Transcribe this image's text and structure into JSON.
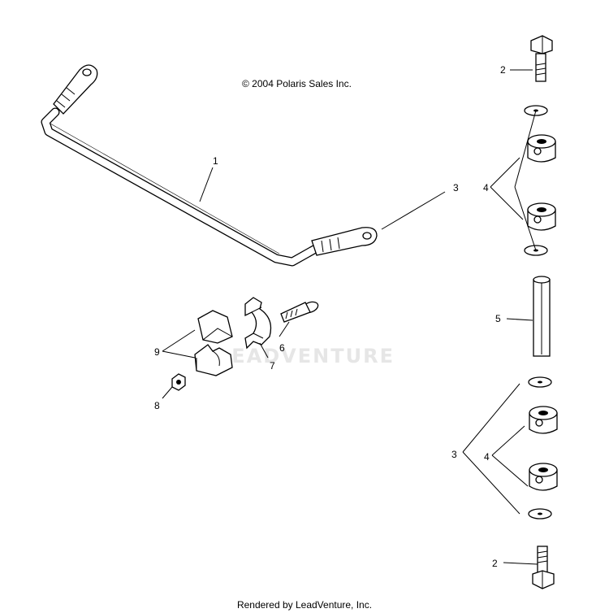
{
  "copyright": "© 2004 Polaris Sales Inc.",
  "footer": "Rendered by LeadVenture, Inc.",
  "watermark": "LEADVENTURE",
  "callouts": {
    "c1": "1",
    "c2_top": "2",
    "c3_top": "3",
    "c4_top": "4",
    "c5": "5",
    "c6": "6",
    "c7": "7",
    "c8": "8",
    "c9": "9",
    "c3_bottom": "3",
    "c4_bottom": "4",
    "c2_bottom": "2"
  }
}
